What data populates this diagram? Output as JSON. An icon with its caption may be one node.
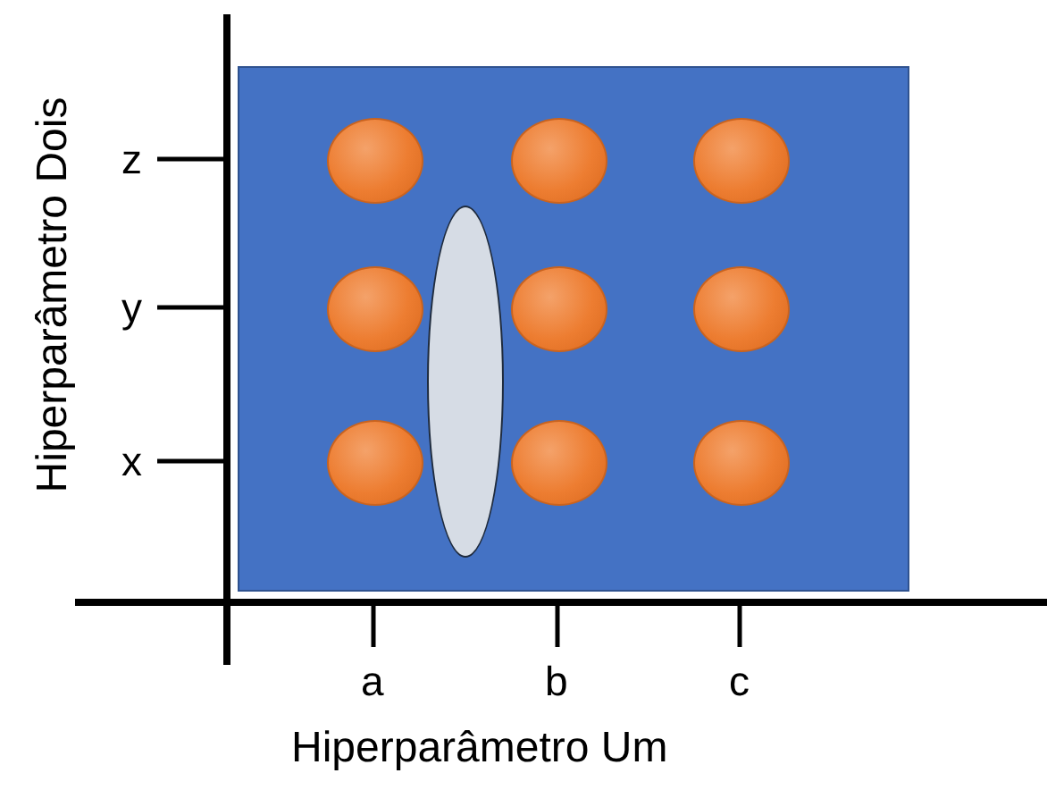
{
  "diagram": {
    "nodes": [
      {
        "text": [],
        "shape": "box"
      },
      {
        "text": [],
        "shape": "circle",
        "in": 0
      },
      {
        "text": [],
        "shape": "circle",
        "in": 0
      },
      {
        "text": [],
        "shape": "circle",
        "in": 0
      },
      {
        "text": [],
        "shape": "circle",
        "in": 0
      },
      {
        "text": [],
        "shape": "circle",
        "in": 0
      },
      {
        "text": [],
        "shape": "circle",
        "in": 0
      },
      {
        "text": [],
        "shape": "circle",
        "in": 0
      },
      {
        "text": [],
        "shape": "circle",
        "in": 0
      },
      {
        "text": [],
        "shape": "circle",
        "in": 0
      },
      {
        "text": [],
        "shape": "ellipse",
        "in": 0
      }
    ],
    "labels": [
      "z",
      "y",
      "x",
      "a",
      "b",
      "c",
      "Hiperparâmetro Um",
      "Hiperparâmetro Dois"
    ]
  }
}
